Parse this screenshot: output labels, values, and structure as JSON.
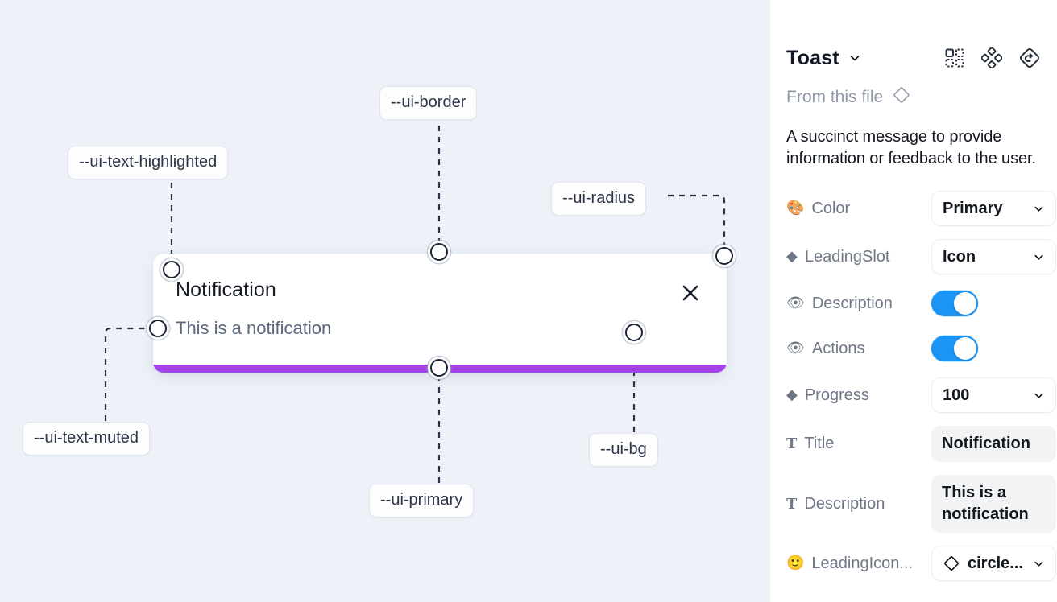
{
  "canvas": {
    "background_color": "#eef2f8",
    "tokens": [
      {
        "name": "--ui-text-highlighted"
      },
      {
        "name": "--ui-border"
      },
      {
        "name": "--ui-radius"
      },
      {
        "name": "--ui-text-muted"
      },
      {
        "name": "--ui-primary"
      },
      {
        "name": "--ui-bg"
      }
    ],
    "toast": {
      "title": "Notification",
      "description": "This is a notification",
      "close_icon": "close-icon",
      "progress_color": "#a343ea",
      "background_color": "#ffffff"
    }
  },
  "panel": {
    "title": "Toast",
    "title_caret_icon": "chevron-down-icon",
    "header_icons": [
      {
        "icon": "variants-grid-icon"
      },
      {
        "icon": "component-diamond-icon"
      },
      {
        "icon": "reset-instance-icon"
      }
    ],
    "from_file_label": "From this file",
    "from_file_icon": "diamond-icon",
    "description": "A succinct message to provide information or feedback to the user.",
    "properties": [
      {
        "icon": "palette-emoji",
        "glyph": "🎨",
        "label": "Color",
        "control": "select",
        "value": "Primary"
      },
      {
        "icon": "diamond-emoji",
        "glyph": "◆",
        "label": "LeadingSlot",
        "control": "select",
        "value": "Icon"
      },
      {
        "icon": "eye-emoji",
        "glyph": "👁",
        "label": "Description",
        "control": "toggle",
        "value": "on"
      },
      {
        "icon": "eye-emoji",
        "glyph": "👁",
        "label": "Actions",
        "control": "toggle",
        "value": "on"
      },
      {
        "icon": "diamond-emoji",
        "glyph": "◆",
        "label": "Progress",
        "control": "select",
        "value": "100"
      },
      {
        "icon": "text-glyph",
        "glyph": "T",
        "label": "Title",
        "control": "text",
        "value": "Notification"
      },
      {
        "icon": "text-glyph",
        "glyph": "T",
        "label": "Description",
        "control": "text",
        "value": "This is a notification"
      },
      {
        "icon": "smiley-emoji",
        "glyph": "🙂",
        "label": "LeadingIcon...",
        "control": "select-icon",
        "value": "circle..."
      }
    ]
  },
  "colors": {
    "accent_blue": "#1b94f5",
    "progress_purple": "#a343ea",
    "canvas_bg": "#eef2f8",
    "panel_bg": "#ffffff"
  }
}
